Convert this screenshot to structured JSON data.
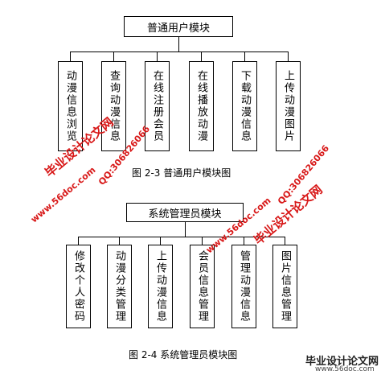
{
  "diagram1": {
    "root": "普通用户模块",
    "children": [
      "动漫信息浏览",
      "查询动漫信息",
      "在线注册会员",
      "在线播放动漫",
      "下载动漫信息",
      "上传动漫图片"
    ],
    "caption": "图 2-3  普通用户模块图"
  },
  "diagram2": {
    "root": "系统管理员模块",
    "children": [
      "修改个人密码",
      "动漫分类管理",
      "上传动漫信息",
      "会员信息管理",
      "管理动漫信息",
      "图片信息管理"
    ],
    "caption": "图 2-4  系统管理员模块图"
  },
  "watermark": {
    "text": "毕业设计论文网",
    "url": "www.56doc.com",
    "qq": "QQ:306826066"
  },
  "logo": {
    "text": "毕业设计论文网",
    "url": "www.56doc.com"
  }
}
